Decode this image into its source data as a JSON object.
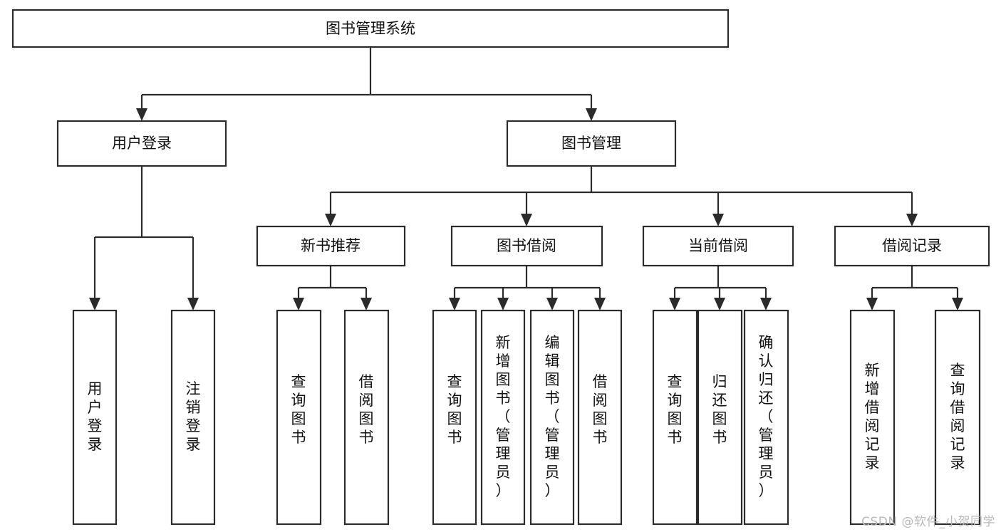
{
  "diagram": {
    "type": "tree-hierarchy-chart",
    "title": "图书管理系统",
    "watermark": "CSDN @软件_小贺同学",
    "colors": {
      "stroke": "#2b2b2b",
      "box_fill": "#ffffff",
      "text": "#111111",
      "background": "#ffffff",
      "watermark": "#b9b9b9"
    },
    "nodes": {
      "root": {
        "label": "图书管理系统"
      },
      "level2": [
        {
          "label": "用户登录"
        },
        {
          "label": "图书管理"
        }
      ],
      "level3": [
        {
          "label": "新书推荐"
        },
        {
          "label": "图书借阅"
        },
        {
          "label": "当前借阅"
        },
        {
          "label": "借阅记录"
        }
      ],
      "leaves_user_login": [
        {
          "label": "用户登录"
        },
        {
          "label": "注销登录"
        }
      ],
      "leaves_new_books": [
        {
          "label": "查询图书"
        },
        {
          "label": "借阅图书"
        }
      ],
      "leaves_borrow": [
        {
          "label": "查询图书"
        },
        {
          "label": "新增图书（管理员）"
        },
        {
          "label": "编辑图书（管理员）"
        },
        {
          "label": "借阅图书"
        }
      ],
      "leaves_current": [
        {
          "label": "查询图书"
        },
        {
          "label": "归还图书"
        },
        {
          "label": "确认归还（管理员）"
        }
      ],
      "leaves_records": [
        {
          "label": "新增借阅记录"
        },
        {
          "label": "查询借阅记录"
        }
      ]
    }
  }
}
